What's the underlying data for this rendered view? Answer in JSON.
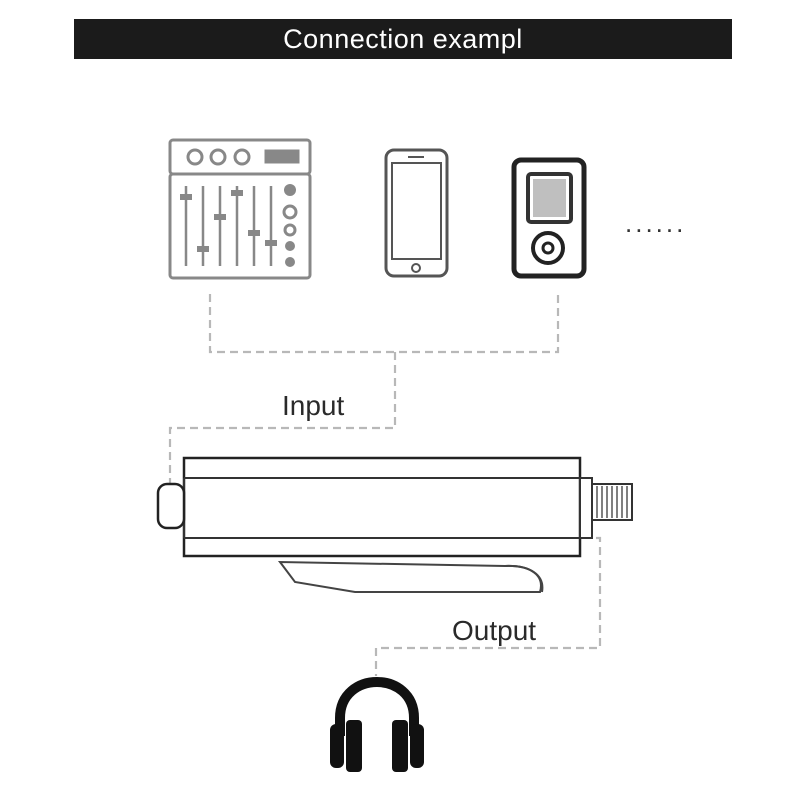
{
  "title": "Connection exampl",
  "labels": {
    "input": "Input",
    "output": "Output",
    "more": "......"
  },
  "sources": [
    {
      "icon": "audio-mixer-icon"
    },
    {
      "icon": "smartphone-icon"
    },
    {
      "icon": "mp3-player-icon"
    }
  ],
  "device": {
    "icon": "headphone-amplifier-icon"
  },
  "sink": {
    "icon": "headphones-icon"
  }
}
